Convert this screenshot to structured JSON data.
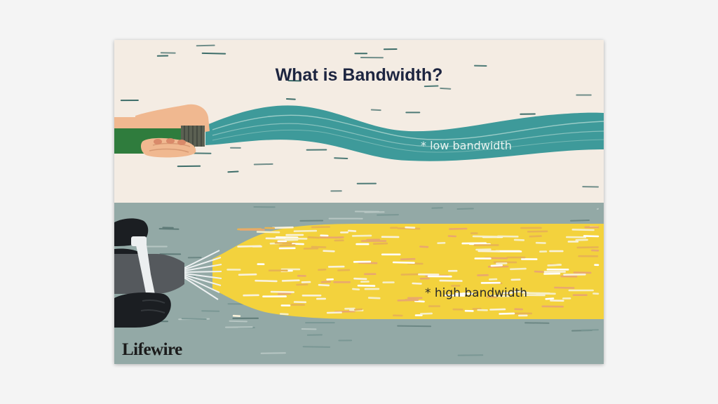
{
  "illustration": {
    "title": "What is Bandwidth?",
    "low_label": "* low bandwidth",
    "high_label": "* high bandwidth",
    "logo": "Lifewire"
  },
  "colors": {
    "top_background": "#f4ece3",
    "bottom_background": "#93a9a6",
    "low_stream": "#3e9a9a",
    "high_stream": "#f3d23d",
    "hose_green": "#2f7c3d",
    "skin": "#f0b890",
    "glove": "#1b1e22",
    "sprayer": "#55595d",
    "title_text": "#1d2540"
  },
  "icons": {
    "top_hand": "hand-holding-hose-icon",
    "bottom_hand": "gloved-hand-with-nozzle-icon"
  }
}
